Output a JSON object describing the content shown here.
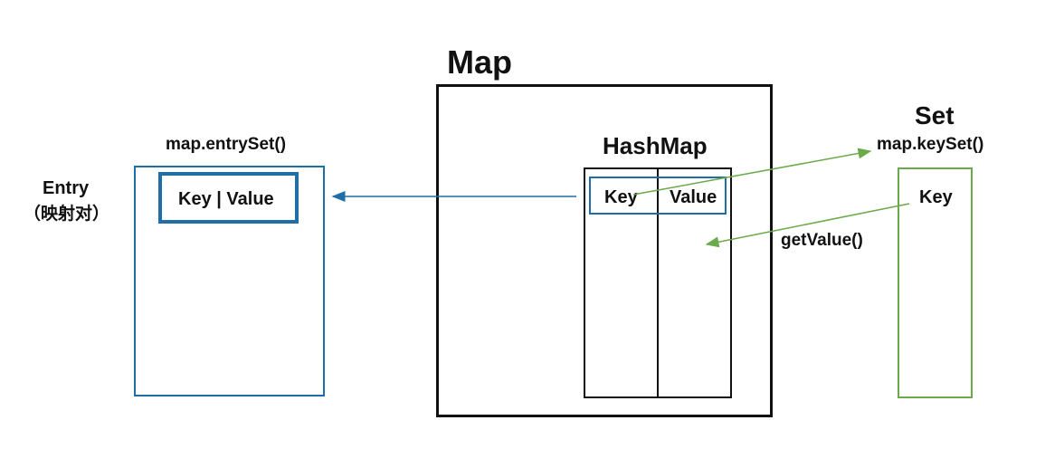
{
  "map": {
    "title": "Map"
  },
  "hashmap": {
    "title": "HashMap",
    "key_label": "Key",
    "value_label": "Value"
  },
  "entry_set": {
    "caption": "map.entrySet()",
    "content": "Key | Value"
  },
  "entry": {
    "label": "Entry",
    "sublabel": "（映射对）"
  },
  "set": {
    "title": "Set",
    "caption": "map.keySet()",
    "content": "Key"
  },
  "get_value": {
    "label": "getValue()"
  },
  "colors": {
    "black": "#111111",
    "blue": "#1f6ea8",
    "green": "#6aaa4a"
  }
}
